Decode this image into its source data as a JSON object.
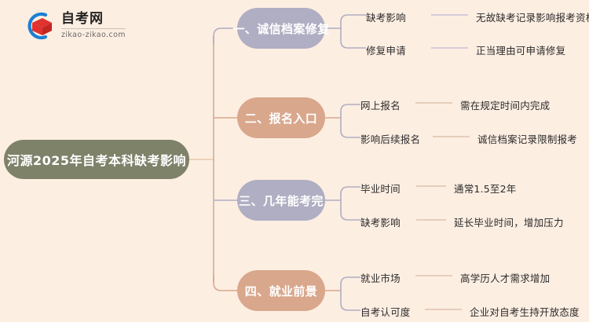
{
  "background_color": "#fdeee2",
  "logo": {
    "icon": "graduation-book-logo",
    "title": "自考网",
    "subtitle": "zikao-zikao.com",
    "arc_color": "#1b7fd4",
    "cap_color": "#e0322f"
  },
  "root": {
    "label": "河源2025年自考本科缺考影响",
    "color": "#7d8269",
    "text_color": "#ffffff"
  },
  "branches": [
    {
      "label": "一、诚信档案修复",
      "color": "#b0aec2",
      "wire_color": "#b0aec2",
      "children": [
        {
          "label": "缺考影响",
          "desc": "无故缺考记录影响报考资格"
        },
        {
          "label": "修复申请",
          "desc": "正当理由可申请修复"
        }
      ]
    },
    {
      "label": "二、报名入口",
      "color": "#d9a78c",
      "wire_color": "#d9a78c",
      "children": [
        {
          "label": "网上报名",
          "desc": "需在规定时间内完成"
        },
        {
          "label": "影响后续报名",
          "desc": "诚信档案记录限制报考"
        }
      ]
    },
    {
      "label": "三、几年能考完",
      "color": "#b0aec2",
      "wire_color": "#b0aec2",
      "children": [
        {
          "label": "毕业时间",
          "desc": "通常1.5至2年"
        },
        {
          "label": "缺考影响",
          "desc": "延长毕业时间，增加压力"
        }
      ]
    },
    {
      "label": "四、就业前景",
      "color": "#d9a78c",
      "wire_color": "#d9a78c",
      "children": [
        {
          "label": "就业市场",
          "desc": "高学历人才需求增加"
        },
        {
          "label": "自考认可度",
          "desc": "企业对自考生持开放态度"
        }
      ]
    }
  ]
}
